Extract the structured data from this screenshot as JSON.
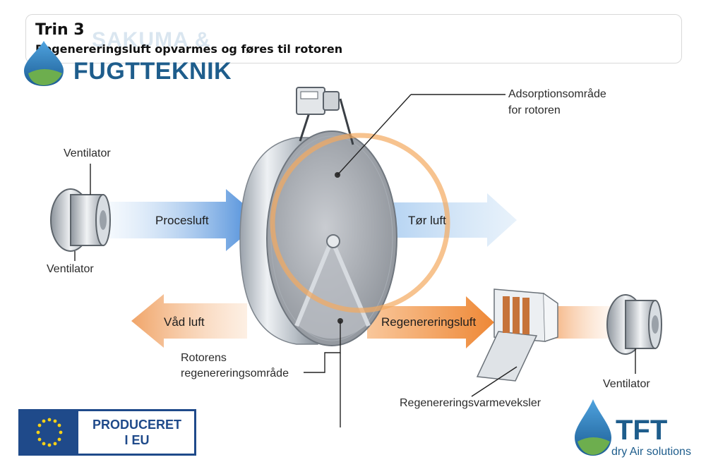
{
  "header": {
    "step_title": "Trin 3",
    "step_subtitle": "Regenereringsluft opvarmes og føres til rotoren"
  },
  "logos": {
    "top_brand": "FUGTTEKNIK",
    "top_brand_ghost": "SAKUMA &",
    "eu_badge_line1": "PRODUCERET",
    "eu_badge_line2": "I EU",
    "tft_name": "TFT",
    "tft_tagline": "dry Air solutions"
  },
  "labels": {
    "fan_top": "Ventilator",
    "fan_left_bottom": "Ventilator",
    "fan_right": "Ventilator",
    "process_air": "Procesluft",
    "dry_air": "Tør luft",
    "wet_air": "Våd luft",
    "regen_air": "Regenereringsluft",
    "adsorption_line1": "Adsorptionsområde",
    "adsorption_line2": "for rotoren",
    "regen_zone_line1": "Rotorens",
    "regen_zone_line2": "regenereringsområde",
    "heat_exchanger": "Regenereringsvarmeveksler"
  },
  "colors": {
    "process_arrow": "#4a8fd8",
    "regen_arrow": "#ef8a3c",
    "highlight_ring": "#f3a960",
    "brand_blue": "#1e5d8c"
  }
}
